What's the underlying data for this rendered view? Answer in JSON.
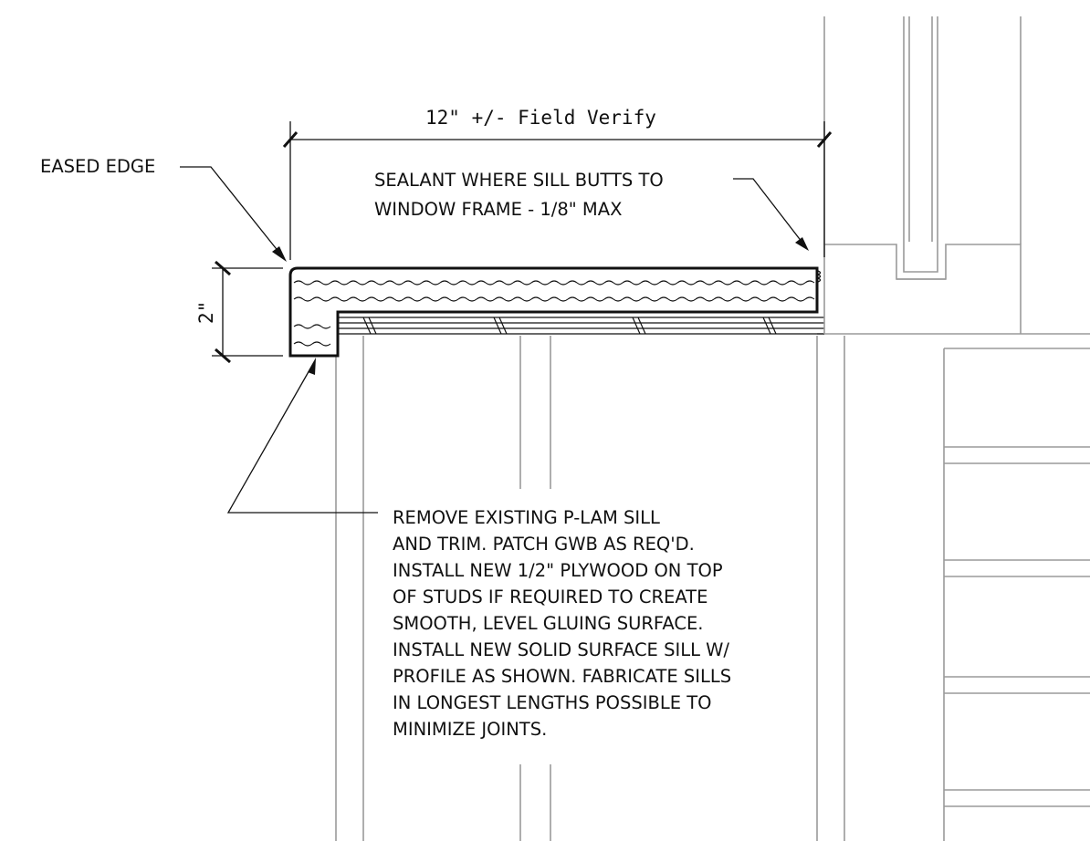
{
  "dimensions": {
    "width": "12\" +/- Field Verify",
    "height": "2\""
  },
  "labels": {
    "eased_edge": "EASED EDGE",
    "sealant_line1": "SEALANT WHERE SILL BUTTS TO",
    "sealant_line2": "WINDOW FRAME - 1/8\" MAX"
  },
  "note": {
    "lines": [
      "REMOVE EXISTING P-LAM SILL",
      "AND TRIM. PATCH GWB AS REQ'D.",
      "INSTALL NEW 1/2\" PLYWOOD ON TOP",
      "OF STUDS IF REQUIRED TO CREATE",
      "SMOOTH, LEVEL GLUING SURFACE.",
      "INSTALL NEW SOLID SURFACE SILL W/",
      "PROFILE AS SHOWN.  FABRICATE SILLS",
      "IN LONGEST LENGTHS POSSIBLE TO",
      "MINIMIZE JOINTS."
    ]
  },
  "colors": {
    "line": "#111111",
    "light_line": "#9a9a9a",
    "background": "#ffffff"
  }
}
